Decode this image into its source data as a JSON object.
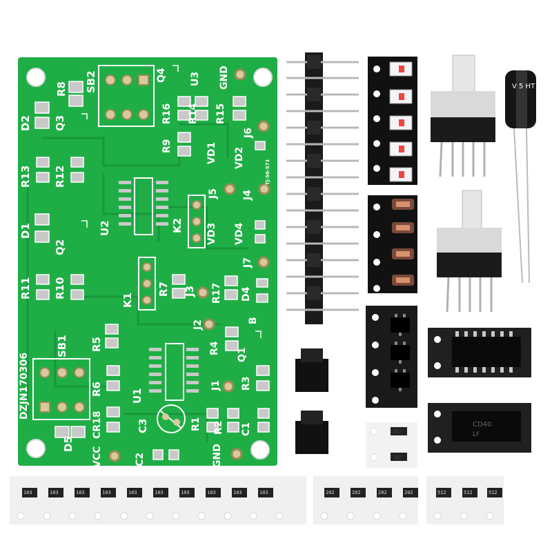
{
  "pcb": {
    "color": "#1fae46",
    "silk": "#ffffff",
    "labels": {
      "R8": "R8",
      "SB2": "SB2",
      "Q4": "Q4",
      "U3": "U3",
      "GND_top": "GND",
      "D2": "D2",
      "Q3": "Q3",
      "R16": "R16",
      "R14": "R14",
      "R15": "R15",
      "J6": "J6",
      "R9": "R9",
      "VD1": "VD1",
      "VD2": "VD2",
      "TJ": "TJ-56-571",
      "R13": "R13",
      "R12": "R12",
      "J5": "J5",
      "J4": "J4",
      "D1": "D1",
      "Q2": "Q2",
      "U2": "U2",
      "K2": "K2",
      "VD3": "VD3",
      "VD4": "VD4",
      "R11": "R11",
      "R10": "R10",
      "K1": "K1",
      "R7": "R7",
      "J3": "J3",
      "R17": "R17",
      "D4": "D4",
      "J7": "J7",
      "B": "B",
      "DZJN": "DZJN170306",
      "SB1": "SB1",
      "R5": "R5",
      "J2": "J2",
      "R4": "R4",
      "Q1": "Q1",
      "R6": "R6",
      "U1": "U1",
      "J1": "J1",
      "R3": "R3",
      "C3": "C3",
      "R18": "CR18",
      "R1": "R1",
      "R2": "R2",
      "C1": "C1",
      "D5": "D5",
      "VCC": "VCC",
      "C2": "C2",
      "GND_bot": "GND"
    }
  },
  "components": {
    "electrolytic_text": "V 5 HT",
    "ic_text": "CD40",
    "ic_text2": "LF",
    "ic_small_1": "102",
    "ic_small_2": "102"
  },
  "tapes": {
    "row1": [
      "103",
      "103",
      "103",
      "103",
      "103",
      "103",
      "103",
      "103",
      "103",
      "103"
    ],
    "row2": [
      "202",
      "202",
      "202",
      "202"
    ],
    "row3": [
      "512",
      "512",
      "512"
    ]
  },
  "icons": [
    "pcb-board",
    "pin-header",
    "led-strip",
    "diode-strip",
    "transistor-strip",
    "push-button",
    "electrolytic-capacitor",
    "ic-chip",
    "jumper-cap",
    "resistor-tape"
  ]
}
